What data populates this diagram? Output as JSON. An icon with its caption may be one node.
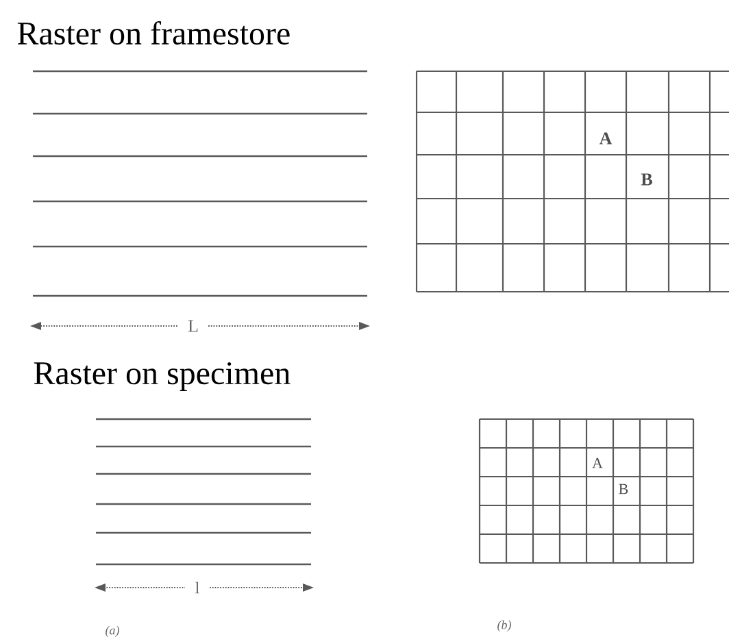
{
  "diagram": {
    "labels": [
      "Raster on framestore",
      "A",
      "B",
      "L",
      "Raster on specimen",
      "A",
      "B",
      "l",
      "(a)",
      "(b)"
    ]
  }
}
